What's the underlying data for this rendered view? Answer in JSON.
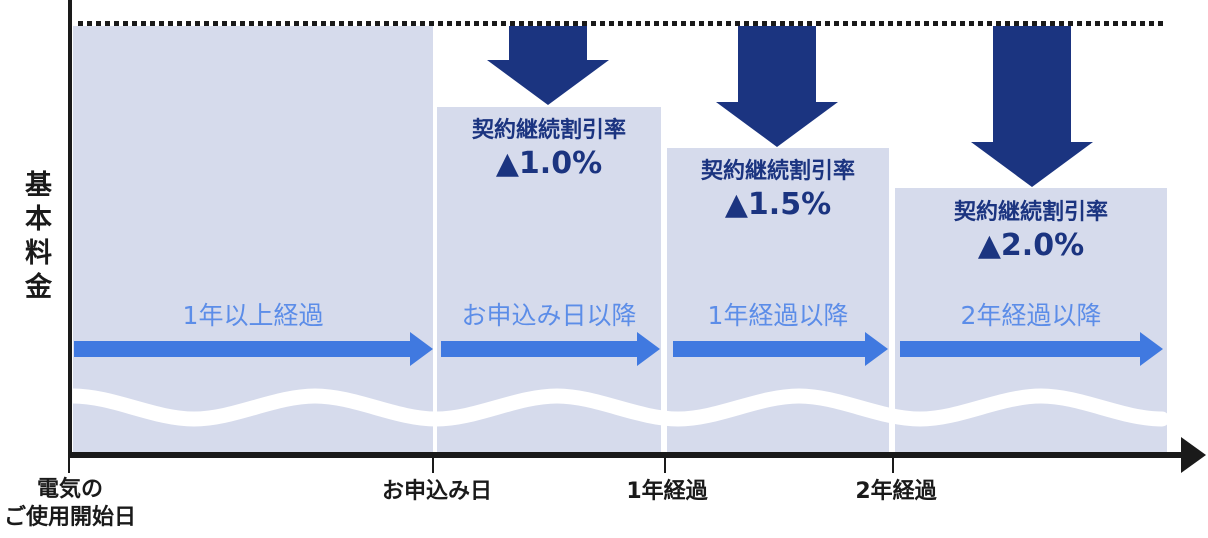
{
  "figure": {
    "y_axis_label": "基本料金",
    "x_axis": {
      "origin_label_line1": "電気の",
      "origin_label_line2": "ご使用開始日",
      "tick1": "お申込み日",
      "tick2": "1年経過",
      "tick3": "2年経過"
    },
    "segments": [
      {
        "arrow_label": "1年以上経過"
      },
      {
        "arrow_label": "お申込み日以降",
        "discount_title": "契約継続割引率",
        "discount_value": "▲1.0%"
      },
      {
        "arrow_label": "1年経過以降",
        "discount_title": "契約継続割引率",
        "discount_value": "▲1.5%"
      },
      {
        "arrow_label": "2年経過以降",
        "discount_title": "契約継続割引率",
        "discount_value": "▲2.0%"
      }
    ]
  },
  "colors": {
    "navy": "#1B3480",
    "bar_fill": "#D6DBEC",
    "arrow_blue": "#4079E0",
    "arrow_label_blue": "#5C8DE8",
    "axis_black": "#1A1A1A",
    "background": "#FFFFFF"
  },
  "chart_data": {
    "type": "bar",
    "title": "",
    "xlabel": "",
    "ylabel": "基本料金",
    "categories": [
      "1年以上経過",
      "お申込み日以降",
      "1年経過以降",
      "2年経過以降"
    ],
    "x_milestones": [
      "電気のご使用開始日",
      "お申込み日",
      "1年経過",
      "2年経過"
    ],
    "series": [
      {
        "name": "基本料金",
        "values": [
          100,
          81,
          71,
          62
        ]
      }
    ],
    "discount_rates_pct": [
      0,
      1.0,
      1.5,
      2.0
    ],
    "annotations": [
      "",
      "契約継続割引率 ▲1.0%",
      "契約継続割引率 ▲1.5%",
      "契約継続割引率 ▲2.0%"
    ],
    "baseline_reference": "dotted line at original 基本料金 level",
    "axis_break": true,
    "grid": false,
    "legend": false
  }
}
